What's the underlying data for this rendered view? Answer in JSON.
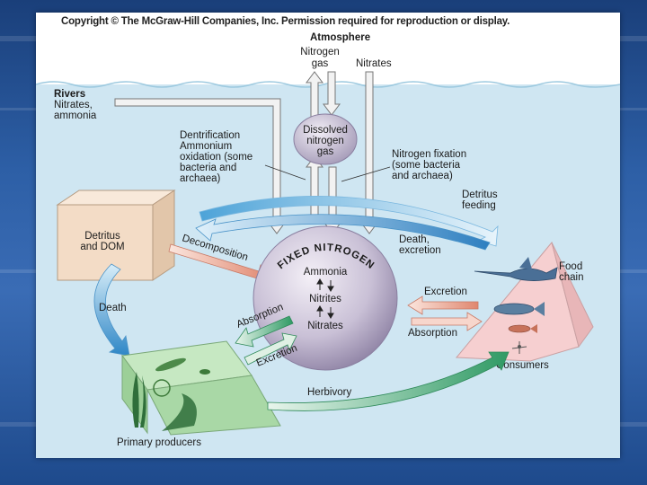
{
  "copyright": "Copyright © The McGraw-Hill Companies, Inc. Permission required for reproduction or display.",
  "labels": {
    "atmosphere": "Atmosphere",
    "nitrogen_gas": [
      "Nitrogen",
      "gas"
    ],
    "nitrates_top": "Nitrates",
    "rivers_title": "Rivers",
    "rivers_sub": [
      "Nitrates,",
      "ammonia"
    ],
    "dissolved": [
      "Dissolved",
      "nitrogen",
      "gas"
    ],
    "denitrification": [
      "Dentrification",
      "Ammonium",
      "oxidation (some",
      "bacteria and",
      "archaea)"
    ],
    "fixation": [
      "Nitrogen fixation",
      "(some bacteria",
      "and archaea)"
    ],
    "detritus_feeding": [
      "Detritus",
      "feeding"
    ],
    "detritus_box": [
      "Detritus",
      "and DOM"
    ],
    "decomposition": "Decomposition",
    "death_excretion": [
      "Death,",
      "excretion"
    ],
    "fixed_nitrogen": "FIXED NITROGEN",
    "ammonia": "Ammonia",
    "nitrites": "Nitrites",
    "nitrates": "Nitrates",
    "food_chain": [
      "Food",
      "chain"
    ],
    "excretion_right": "Excretion",
    "absorption_right": "Absorption",
    "death": "Death",
    "absorption_left": "Absorption",
    "excretion_left": "Excretion",
    "consumers": "Consumers",
    "herbivory": "Herbivory",
    "primary_producers": "Primary producers"
  },
  "colors": {
    "water": "#cfe6f2",
    "sky": "#ffffff",
    "sphere_light": "#e8e2ee",
    "sphere_dark": "#9a8fae",
    "blue_arrow": "#3d8fc9",
    "pink_arrow": "#e8a08c",
    "green_arrow": "#3d9e6a",
    "box_tan": "#f3dcc6",
    "pyramid_pink": "#f6cfd0",
    "producer_green": "#a9d8a6"
  }
}
